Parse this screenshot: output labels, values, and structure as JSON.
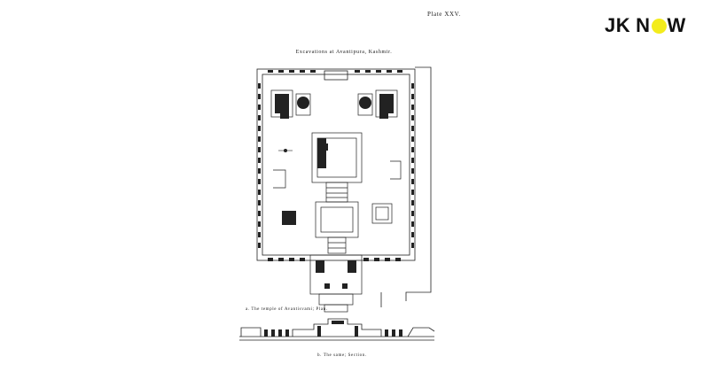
{
  "plate": {
    "number": "Plate XXV."
  },
  "brand": {
    "prefix": "JK",
    "word_start": "N",
    "word_end": "W",
    "accent": "#f3ec1c"
  },
  "document": {
    "title": "Excavations at Avantipura, Kashmir.",
    "caption_plan": "a. The temple of Avantisvami; Plan.",
    "caption_section": "b. The same; Section."
  }
}
